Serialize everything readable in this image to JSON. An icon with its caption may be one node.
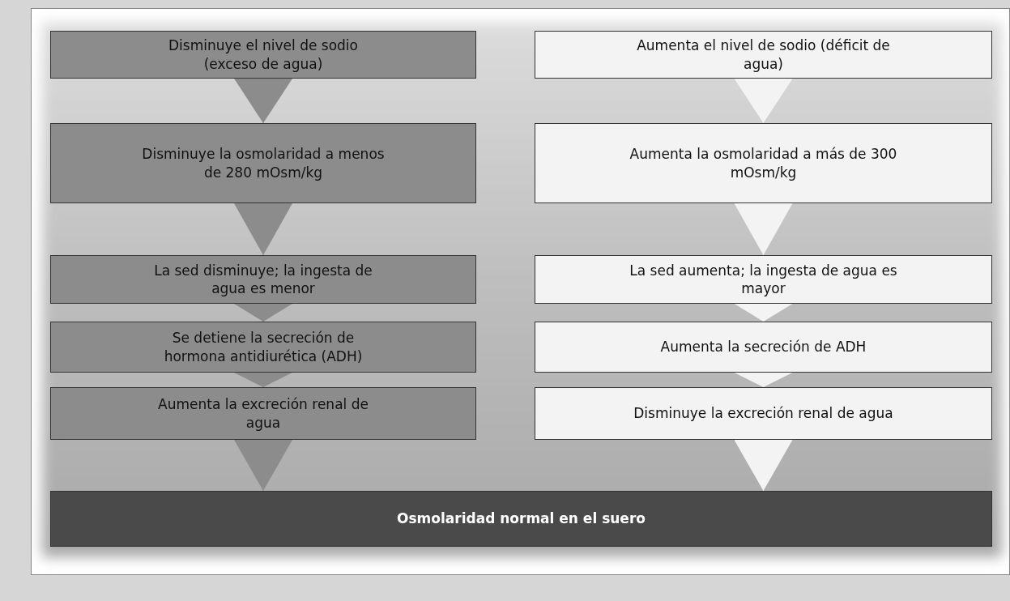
{
  "diagram": {
    "nodes": [
      {
        "text": [
          "Disminuye el nivel de sodio (exceso de agua)"
        ]
      },
      {
        "text": [
          "Disminuye la osmolaridad a menos de 280 mOsm/kg"
        ]
      },
      {
        "text": [
          "La sed disminuye; la ingesta de agua es menor"
        ]
      },
      {
        "text": [
          "Se detiene la secreción de hormona antidiurética (ADH)"
        ]
      },
      {
        "text": [
          "Aumenta la excreción renal de agua"
        ]
      },
      {
        "text": [
          "Aumenta el nivel de sodio (déficit de agua)"
        ]
      },
      {
        "text": [
          "Aumenta la osmolaridad a más de 300 mOsm/kg"
        ]
      },
      {
        "text": [
          "La sed aumenta; la ingesta de agua es mayor"
        ]
      },
      {
        "text": [
          "Aumenta la secreción de ADH"
        ]
      },
      {
        "text": [
          "Disminuye la excreción renal de agua"
        ]
      },
      {
        "text": [
          "Osmolaridad normal en el suero"
        ]
      }
    ],
    "edges": [
      {
        "from": 0,
        "to": 1,
        "arrow": "to"
      },
      {
        "from": 1,
        "to": 2,
        "arrow": "to"
      },
      {
        "from": 2,
        "to": 3,
        "arrow": "to"
      },
      {
        "from": 3,
        "to": 4,
        "arrow": "to"
      },
      {
        "from": 4,
        "to": 10,
        "arrow": "to"
      },
      {
        "from": 5,
        "to": 6,
        "arrow": "to",
        "color": "#f3f3f3"
      },
      {
        "from": 6,
        "to": 7,
        "arrow": "to",
        "color": "#f3f3f3"
      },
      {
        "from": 7,
        "to": 8,
        "arrow": "to",
        "color": "#f3f3f3"
      },
      {
        "from": 8,
        "to": 9,
        "arrow": "to",
        "color": "#f3f3f3"
      },
      {
        "from": 9,
        "to": 10,
        "arrow": "to",
        "color": "#f3f3f3"
      }
    ]
  }
}
